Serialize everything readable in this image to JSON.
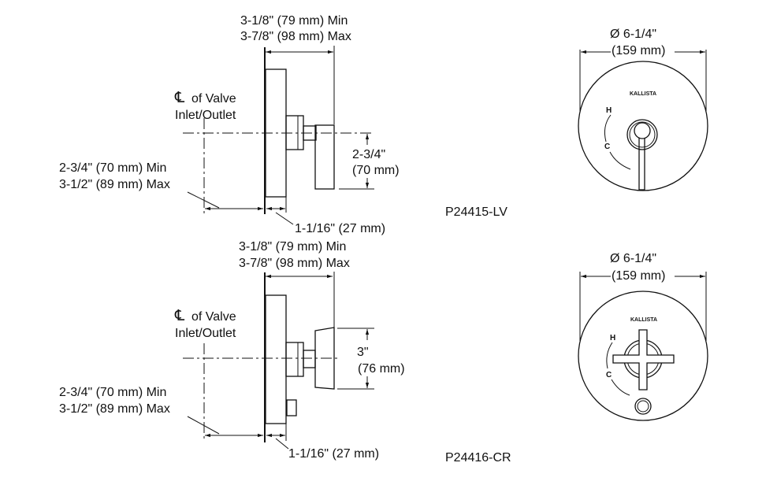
{
  "views": [
    {
      "model": "P24415-LV",
      "depth_min": "3-1/8\" (79 mm) Min",
      "depth_max": "3-7/8\" (98 mm) Max",
      "centerline_symbol": "℄",
      "centerline_label_1": "of Valve",
      "centerline_label_2": "Inlet/Outlet",
      "offset_min": "2-3/4\" (70 mm) Min",
      "offset_max": "3-1/2\" (89 mm) Max",
      "escutcheon_depth": "1-1/16\" (27 mm)",
      "handle_dim_1": "2-3/4\"",
      "handle_dim_2": "(70 mm)",
      "diameter_1": "Ø 6-1/4\"",
      "diameter_2": "(159 mm)",
      "brand": "KALLISTA",
      "hot": "H",
      "cold": "C"
    },
    {
      "model": "P24416-CR",
      "depth_min": "3-1/8\" (79 mm) Min",
      "depth_max": "3-7/8\" (98 mm) Max",
      "centerline_symbol": "℄",
      "centerline_label_1": "of Valve",
      "centerline_label_2": "Inlet/Outlet",
      "offset_min": "2-3/4\" (70 mm) Min",
      "offset_max": "3-1/2\" (89 mm) Max",
      "escutcheon_depth": "1-1/16\" (27 mm)",
      "handle_dim_1": "3\"",
      "handle_dim_2": "(76 mm)",
      "diameter_1": "Ø 6-1/4\"",
      "diameter_2": "(159 mm)",
      "brand": "KALLISTA",
      "hot": "H",
      "cold": "C"
    }
  ]
}
